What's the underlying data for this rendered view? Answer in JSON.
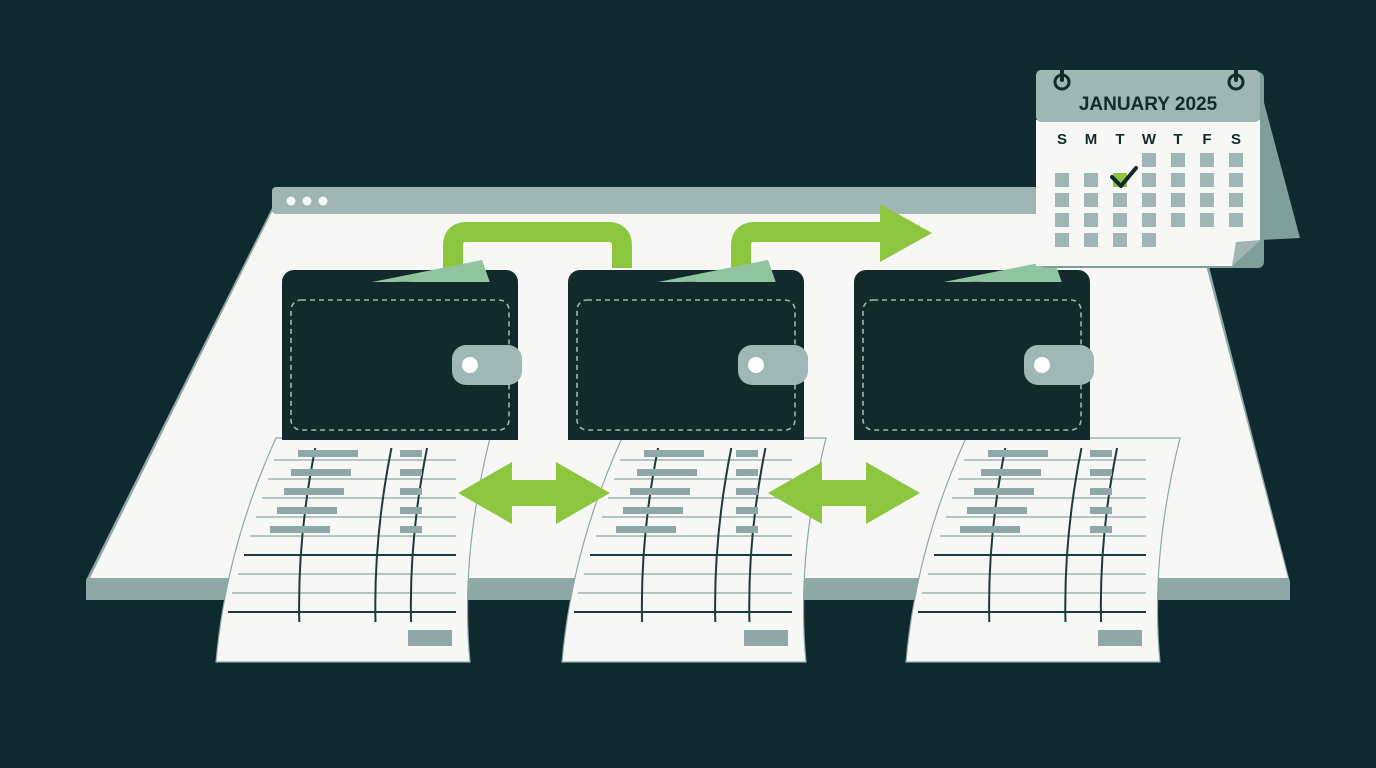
{
  "colors": {
    "background": "#0f2a2f",
    "panel": "#f7f8f6",
    "panel_shadow": "#8fa8a7",
    "titlebar": "#9fb6b4",
    "wallet": "#132a2c",
    "wallet_stitch": "#9fb8b6",
    "money": "#8fc49e",
    "accent_green": "#8cc63f",
    "receipt": "#f7f8f6",
    "receipt_line": "#1d3b3f",
    "receipt_bar": "#8fa8a7",
    "calendar_header": "#9fb6b4",
    "calendar_cell": "#9fb6b4",
    "calendar_highlight": "#8cc63f"
  },
  "icons": {
    "window_dots": "three-dots-icon",
    "wallet": "wallet-icon",
    "transfer_arrow": "arrow-right-icon",
    "sync_arrow": "double-arrow-icon",
    "calendar": "calendar-icon",
    "checkmark": "checkmark-icon",
    "receipt": "receipt-icon"
  },
  "calendar": {
    "title": "JANUARY 2025",
    "weekdays": [
      "S",
      "M",
      "T",
      "W",
      "T",
      "F",
      "S"
    ]
  }
}
